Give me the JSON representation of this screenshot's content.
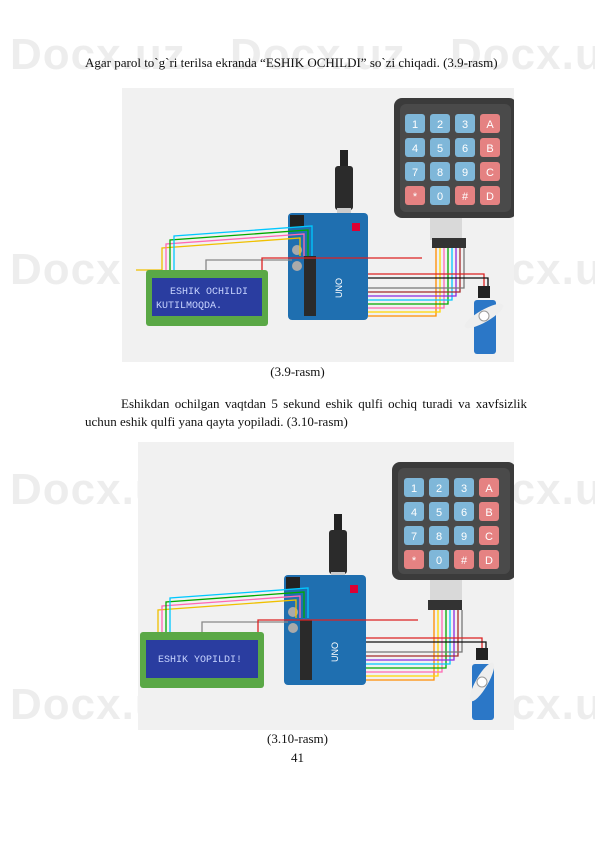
{
  "watermark_text": "Docx.uz",
  "intro_text": "Agar parol to`g`ri terilsa ekranda  “ESHIK OCHILDI” so`zi chiqadi. (3.9-rasm)",
  "figure1": {
    "caption": "(3.9-rasm)",
    "lcd_line1": "ESHIK OCHILDI",
    "lcd_line2": "KUTILMOQDA."
  },
  "body_text": "Eshikdan ochilgan vaqtdan 5 sekund eshik qulfi ochiq turadi va xavfsizlik uchun eshik qulfi yana qayta yopiladi. (3.10-rasm)",
  "figure2": {
    "caption": "(3.10-rasm)",
    "lcd_line1": "ESHIK YOPILDI!",
    "lcd_line2": ""
  },
  "keypad_keys": [
    "1",
    "2",
    "3",
    "A",
    "4",
    "5",
    "6",
    "B",
    "7",
    "8",
    "9",
    "C",
    "*",
    "0",
    "#",
    "D"
  ],
  "colors": {
    "keypad_blue": "#7fb7d9",
    "keypad_red": "#e58282",
    "lcd_green": "#5aa846",
    "lcd_screen": "#2a3da0",
    "arduino_blue": "#1f6fb0",
    "servo_blue": "#2b77c7"
  },
  "page_number": "41"
}
